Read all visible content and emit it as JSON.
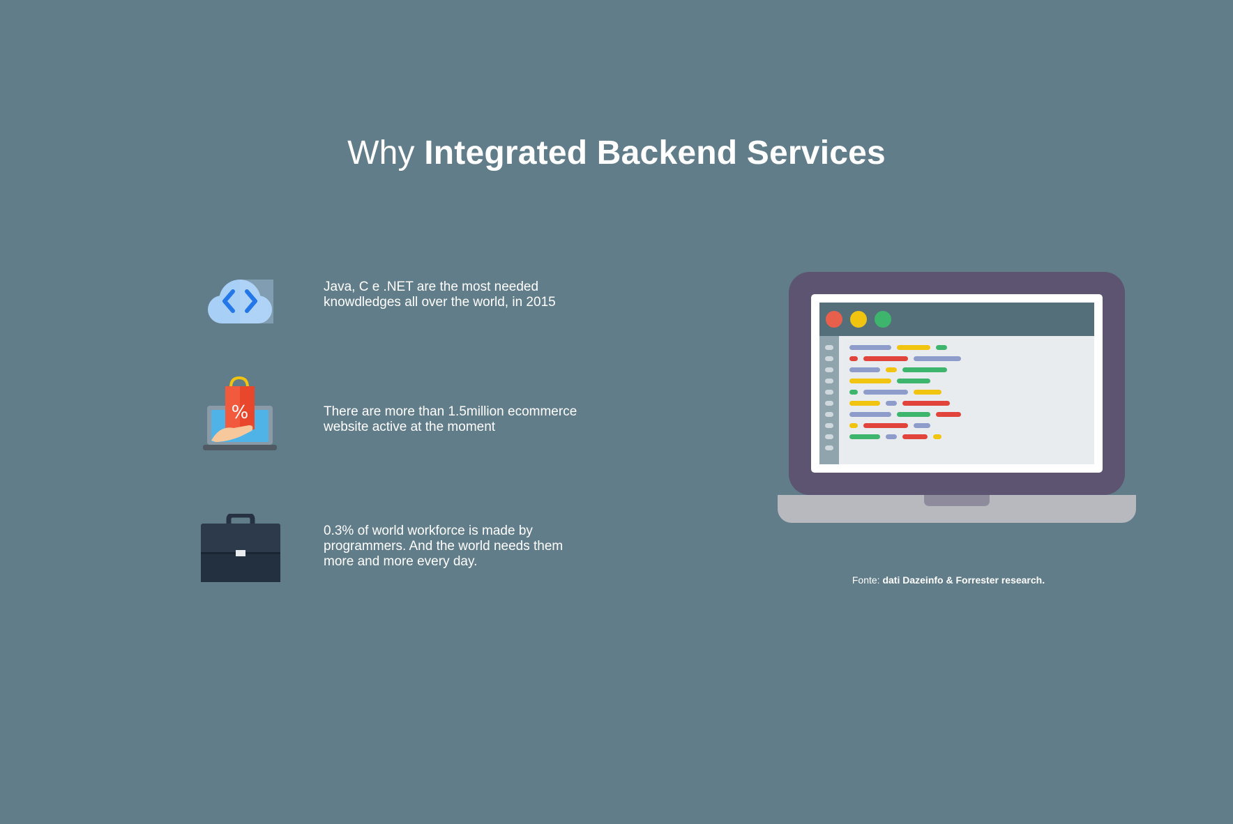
{
  "title": {
    "prefix": "Why",
    "emphasis": "Integrated Backend Services"
  },
  "features": [
    {
      "icon": "cloud-code-icon",
      "text": "Java, C e .NET are the most needed knowdledges all over the world, in 2015"
    },
    {
      "icon": "ecommerce-shopping-bag-icon",
      "text": "There are more than 1.5million ecommerce website active at the moment"
    },
    {
      "icon": "briefcase-icon",
      "text": "0.3% of world workforce is made by programmers. And the world needs them more and more every day."
    }
  ],
  "illustration": {
    "icon": "laptop-code-editor-icon",
    "window_dots": [
      "#e8604c",
      "#f1c40f",
      "#3eb56c"
    ]
  },
  "source": {
    "label": "Fonte:",
    "value": "dati Dazeinfo & Forrester research."
  },
  "colors": {
    "background": "#617d8a",
    "text": "#ffffff",
    "laptop_frame": "#5c5470",
    "laptop_base": "#b8b9bf"
  }
}
